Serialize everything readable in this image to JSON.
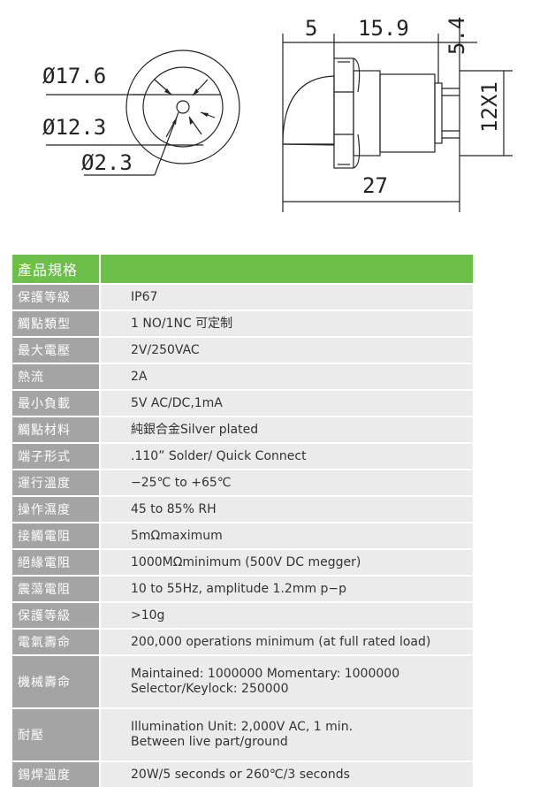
{
  "drawing": {
    "dia_outer": "Ø17.6",
    "dia_inner": "Ø12.3",
    "dia_hole": "Ø2.3",
    "dim_5": "5",
    "dim_15_9": "15.9",
    "dim_5_4": "5.4",
    "dim_12x1": "12X1",
    "dim_27": "27"
  },
  "spec": {
    "header": "產品規格",
    "rows": [
      {
        "label": "保護等級",
        "value": "IP67",
        "value2": ""
      },
      {
        "label": "觸點類型",
        "value": "1 NO/1NC 可定制",
        "value2": ""
      },
      {
        "label": "最大電壓",
        "value": "2V/250VAC",
        "value2": ""
      },
      {
        "label": "熱流",
        "value": "2A",
        "value2": ""
      },
      {
        "label": "最小負載",
        "value": "5V AC/DC,1mA",
        "value2": ""
      },
      {
        "label": "觸點材料",
        "value": "純銀合金Silver plated",
        "value2": ""
      },
      {
        "label": "端子形式",
        "value": ".110”  Solder/ Quick Connect",
        "value2": ""
      },
      {
        "label": "運行溫度",
        "value": "−25℃ to +65℃",
        "value2": ""
      },
      {
        "label": "操作濕度",
        "value": "45 to 85% RH",
        "value2": ""
      },
      {
        "label": "接觸電阻",
        "value": "5mΩmaximum",
        "value2": ""
      },
      {
        "label": "絕緣電阻",
        "value": "1000MΩminimum (500V DC megger)",
        "value2": ""
      },
      {
        "label": "震蕩電阻",
        "value": "10 to 55Hz, amplitude 1.2mm p−p",
        "value2": ""
      },
      {
        "label": "保護等級",
        "value": ">10g",
        "value2": ""
      },
      {
        "label": "電氣壽命",
        "value": "200,000 operations minimum (at full rated load)",
        "value2": ""
      },
      {
        "label": "機械壽命",
        "value": "Maintained: 1000000 Momentary: 1000000",
        "value2": "Selector/Keylock: 250000"
      },
      {
        "label": "耐壓",
        "value": "Illumination Unit: 2,000V AC, 1 min.",
        "value2": "Between live part/ground"
      },
      {
        "label": "錫焊溫度",
        "value": "20W/5 seconds or 260℃/3 seconds",
        "value2": ""
      }
    ]
  }
}
